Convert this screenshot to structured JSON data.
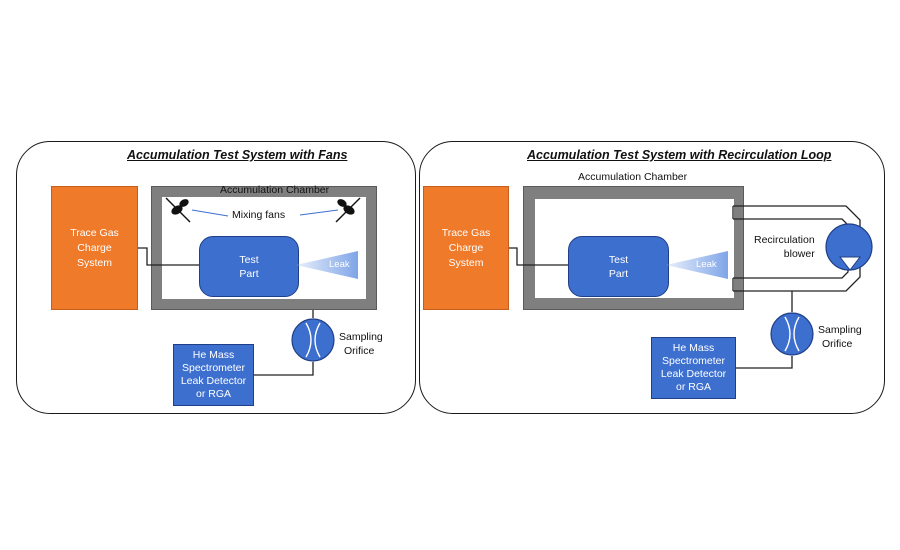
{
  "left": {
    "title": "Accumulation Test System with Fans",
    "trace_gas": [
      "Trace Gas",
      "Charge",
      "System"
    ],
    "chamber_label": "Accumulation Chamber",
    "mixing_fans_label": "Mixing fans",
    "test_part": [
      "Test",
      "Part"
    ],
    "leak_label": "Leak",
    "sampling_orifice": [
      "Sampling",
      "Orifice"
    ],
    "detector": [
      "He Mass",
      "Spectrometer",
      "Leak Detector",
      "or RGA"
    ]
  },
  "right": {
    "title": "Accumulation Test System with Recirculation Loop",
    "trace_gas": [
      "Trace Gas",
      "Charge",
      "System"
    ],
    "chamber_label": "Accumulation Chamber",
    "test_part": [
      "Test",
      "Part"
    ],
    "leak_label": "Leak",
    "blower_label": [
      "Recirculation",
      "blower"
    ],
    "sampling_orifice": [
      "Sampling",
      "Orifice"
    ],
    "detector": [
      "He Mass",
      "Spectrometer",
      "Leak Detector",
      "or RGA"
    ]
  },
  "colors": {
    "trace_gas": "#ee7a2a",
    "component_blue": "#3d6fcf",
    "chamber_gray": "#7f7f7f"
  }
}
